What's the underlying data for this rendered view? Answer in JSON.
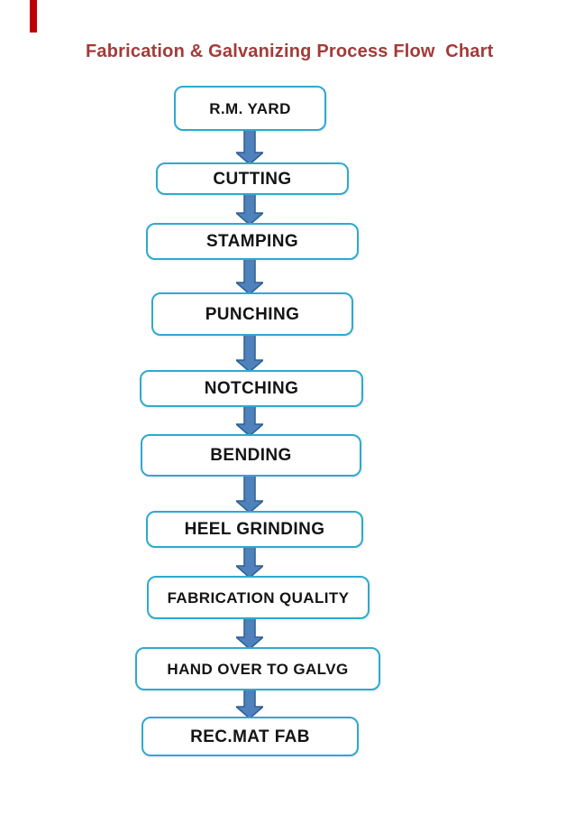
{
  "page": {
    "background": "#ffffff"
  },
  "decor": {
    "red_bar_color": "#c00000"
  },
  "title": {
    "text": "Fabrication & Galvanizing Process Flow  Chart",
    "color": "#a33b38"
  },
  "flowchart": {
    "box_border_color": "#2fa9d0",
    "box_fill_color": "#ffffff",
    "arrow_fill_color": "#4f81bd",
    "arrow_outline_color": "#2e5f91",
    "text_color": "#141414",
    "nodes": [
      {
        "id": "rm-yard",
        "label": "R.M. YARD"
      },
      {
        "id": "cutting",
        "label": "CUTTING"
      },
      {
        "id": "stamping",
        "label": "STAMPING"
      },
      {
        "id": "punching",
        "label": "PUNCHING"
      },
      {
        "id": "notching",
        "label": "NOTCHING"
      },
      {
        "id": "bending",
        "label": "BENDING"
      },
      {
        "id": "heel-grinding",
        "label": "HEEL GRINDING"
      },
      {
        "id": "fabrication-quality",
        "label": "FABRICATION QUALITY"
      },
      {
        "id": "hand-over-to-galvg",
        "label": "HAND OVER TO GALVG"
      },
      {
        "id": "rec-mat-fab",
        "label": "REC.MAT FAB"
      }
    ]
  }
}
